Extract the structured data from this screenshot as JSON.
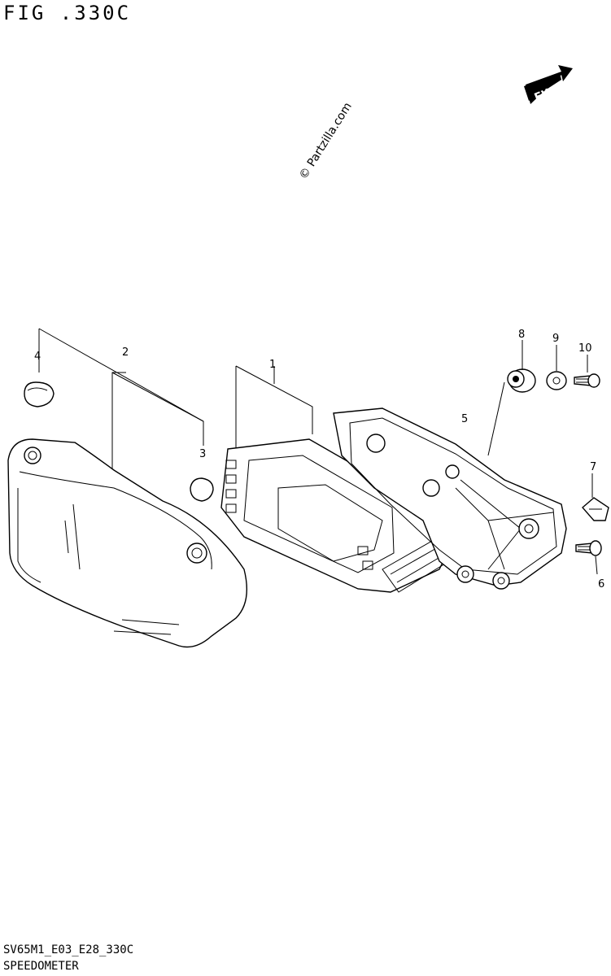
{
  "header": {
    "figure_title": "FIG .330C"
  },
  "watermark": {
    "text": "© Partzilla.com"
  },
  "fwd_badge": {
    "label": "FWD"
  },
  "callouts": [
    {
      "id": "1",
      "label": "1"
    },
    {
      "id": "2",
      "label": "2"
    },
    {
      "id": "3",
      "label": "3"
    },
    {
      "id": "4",
      "label": "4"
    },
    {
      "id": "5",
      "label": "5"
    },
    {
      "id": "6",
      "label": "6"
    },
    {
      "id": "7",
      "label": "7"
    },
    {
      "id": "8",
      "label": "8"
    },
    {
      "id": "9",
      "label": "9"
    },
    {
      "id": "10",
      "label": "10"
    }
  ],
  "footer": {
    "code": "SV65M1_E03_E28_330C",
    "section_name": "SPEEDOMETER"
  }
}
